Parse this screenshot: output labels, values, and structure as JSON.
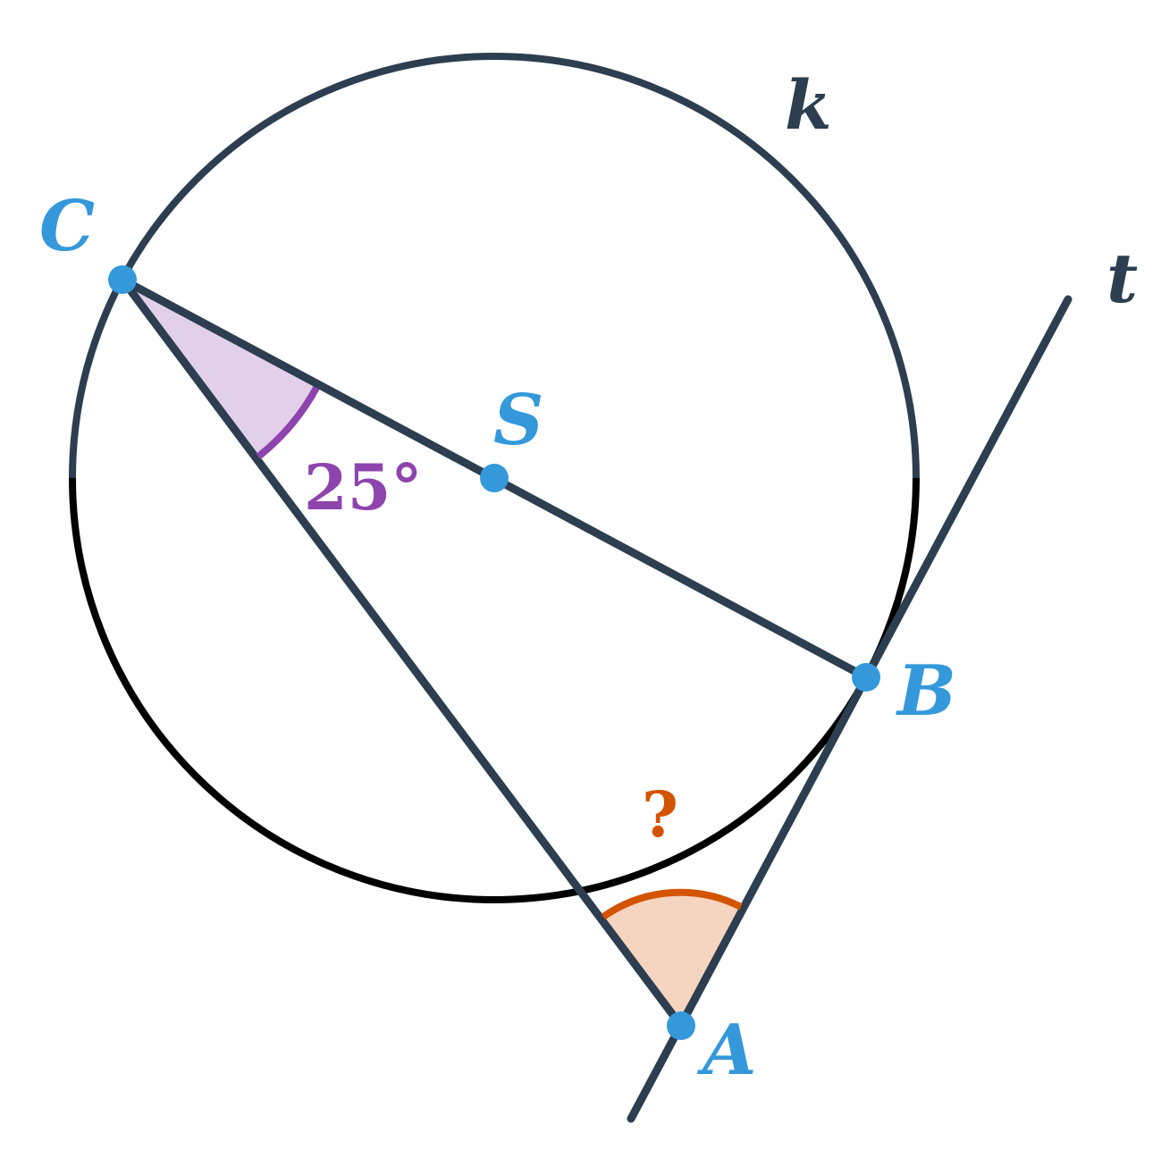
{
  "colors": {
    "line": "#2c3e50",
    "circle_lower": "#000000",
    "point": "#3498db",
    "angle_c_fill": "#e2d0ea",
    "angle_c_stroke": "#8e44ad",
    "angle_a_fill": "#f6d5c0",
    "angle_a_stroke": "#d35400"
  },
  "labels": {
    "circle": "k",
    "tangent": "t",
    "C": "C",
    "S": "S",
    "B": "B",
    "A": "A"
  },
  "angles": {
    "at_C": "25°",
    "at_A": "?"
  }
}
